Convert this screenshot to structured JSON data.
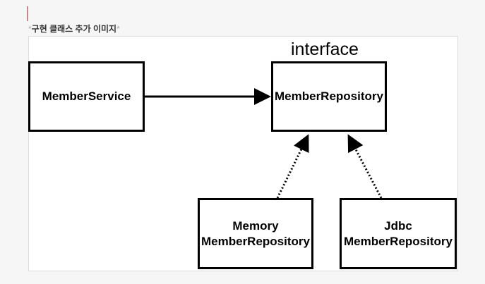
{
  "caption": {
    "star_open": "*",
    "text": "구현 클래스 추가 이미지",
    "star_close": "*"
  },
  "diagram": {
    "interface_label": "interface",
    "boxes": {
      "member_service": "MemberService",
      "member_repository": "MemberRepository",
      "memory_line1": "Memory",
      "memory_line2": "MemberRepository",
      "jdbc_line1": "Jdbc",
      "jdbc_line2": "MemberRepository"
    }
  },
  "colors": {
    "accent_caret": "#c8858a",
    "stroke": "#000000"
  }
}
